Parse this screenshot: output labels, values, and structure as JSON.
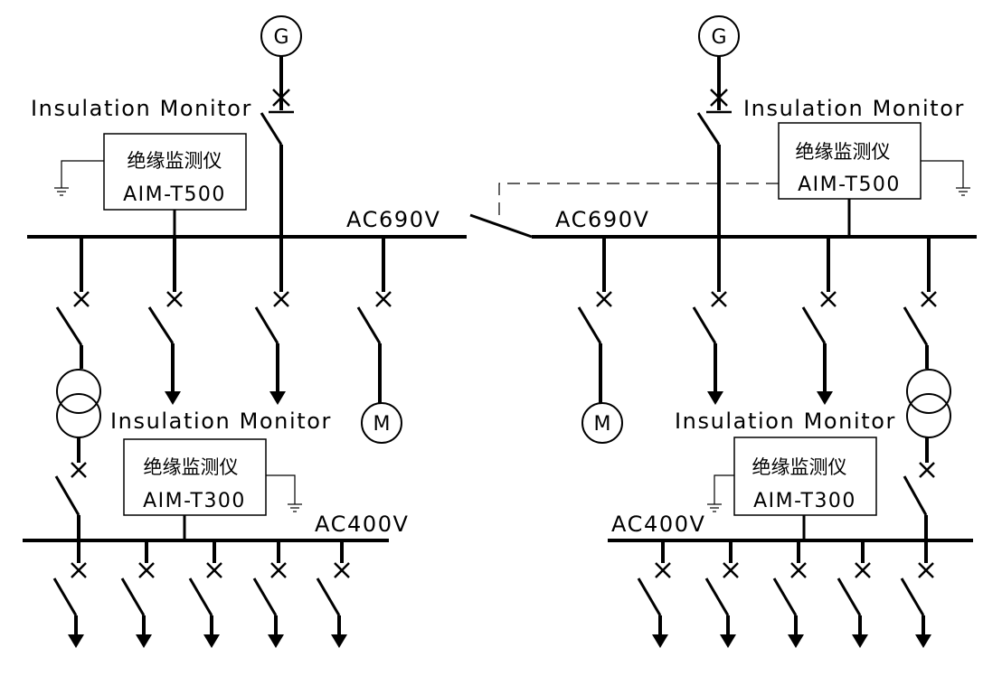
{
  "left": {
    "monitor_top": {
      "label": "Insulation Monitor",
      "name_cn": "绝缘监测仪",
      "model": "AIM-T500"
    },
    "bus_top": "AC690V",
    "monitor_bottom": {
      "label": "Insulation Monitor",
      "name_cn": "绝缘监测仪",
      "model": "AIM-T300"
    },
    "bus_bottom": "AC400V"
  },
  "right": {
    "monitor_top": {
      "label": "Insulation Monitor",
      "name_cn": "绝缘监测仪",
      "model": "AIM-T500"
    },
    "bus_top": "AC690V",
    "monitor_bottom": {
      "label": "Insulation Monitor",
      "name_cn": "绝缘监测仪",
      "model": "AIM-T300"
    },
    "bus_bottom": "AC400V"
  },
  "symbols": {
    "generator": "G",
    "motor": "M"
  }
}
